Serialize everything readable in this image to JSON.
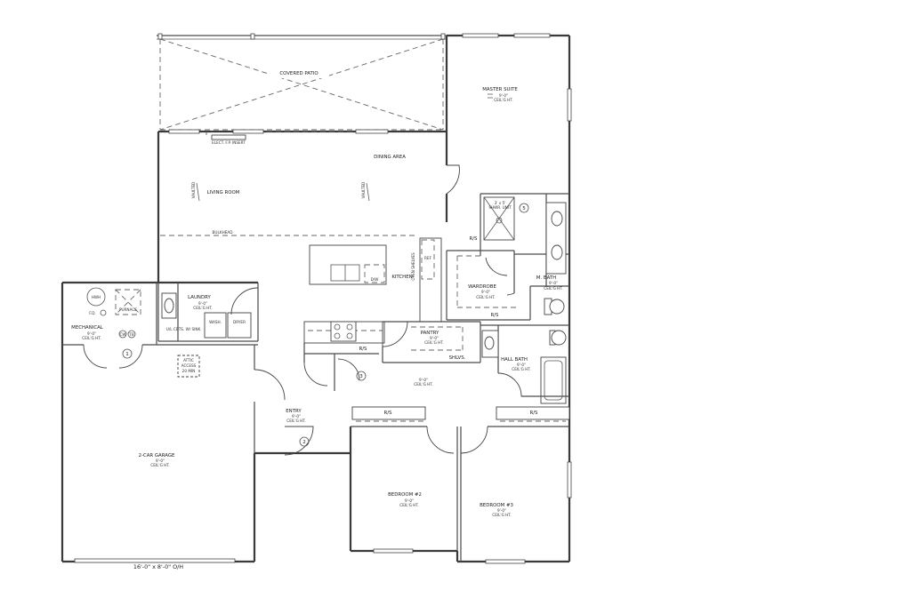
{
  "rooms": {
    "covered_patio": {
      "name": "COVERED PATIO"
    },
    "master_suite": {
      "name": "MASTER SUITE",
      "ceiling": "9'-0\"",
      "ceiling_note": "CEIL'G HT."
    },
    "dining_area": {
      "name": "DINING AREA"
    },
    "living_room": {
      "name": "LIVING ROOM",
      "fireplace": "ELECT. F.P. INSERT",
      "vaulted_left": "VAULTED",
      "vaulted_right": "VAULTED",
      "bulkhead": "BULKHEAD"
    },
    "kitchen": {
      "name": "KITCHEN",
      "ref": "REF",
      "dw": "D/W",
      "upper": "OPEN SHELVES"
    },
    "shower": {
      "line1": "3' x 5'",
      "line2": "SHWR. UNIT"
    },
    "wardrobe": {
      "name": "WARDROBE",
      "ceiling": "9'-0\"",
      "ceiling_note": "CEIL'G HT."
    },
    "master_bath": {
      "name": "M. BATH",
      "ceiling": "9'-0\"",
      "ceiling_note": "CEIL'G HT."
    },
    "laundry": {
      "name": "LAUNDRY",
      "ceiling": "9'-0\"",
      "ceiling_note": "CEIL'G HT.",
      "washer": "WASH.",
      "dryer": "DRYER",
      "cabinets": "U/L CBTS. W/ SINK"
    },
    "mechanical": {
      "name": "MECHANICAL",
      "ceiling": "9'-0\"",
      "ceiling_note": "CEIL'G HT.",
      "hwh": "HWH",
      "furnace": "FURNACE",
      "fd": "F.D.",
      "cw": "CW",
      "tb": "TB"
    },
    "pantry": {
      "name": "PANTRY",
      "ceiling": "9'-0\"",
      "ceiling_note": "CEIL'G HT.",
      "shelves": "SHLVS."
    },
    "hall_bath": {
      "name": "HALL BATH",
      "ceiling": "9'-0\"",
      "ceiling_note": "CEIL'G HT."
    },
    "hall": {
      "ceiling": "9'-0\"",
      "ceiling_note": "CEIL'G HT."
    },
    "attic": {
      "line1": "ATTIC",
      "line2": "ACCESS",
      "line3": "20 MIN"
    },
    "garage": {
      "name": "2-CAR GARAGE",
      "ceiling": "9'-0\"",
      "ceiling_note": "CEIL'G HT.",
      "door": "16'-0\" x 8'-0\" O/H"
    },
    "entry": {
      "name": "ENTRY",
      "ceiling": "9'-0\"",
      "ceiling_note": "CEIL'G HT."
    },
    "bedroom2": {
      "name": "BEDROOM #2",
      "ceiling": "9'-0\"",
      "ceiling_note": "CEIL'G HT."
    },
    "bedroom3": {
      "name": "BEDROOM #3",
      "ceiling": "9'-0\"",
      "ceiling_note": "CEIL'G HT."
    }
  },
  "closets": {
    "rs": "R/S"
  },
  "markers": {
    "m1": "1",
    "m2": "2",
    "m3": "3",
    "m5": "5"
  }
}
